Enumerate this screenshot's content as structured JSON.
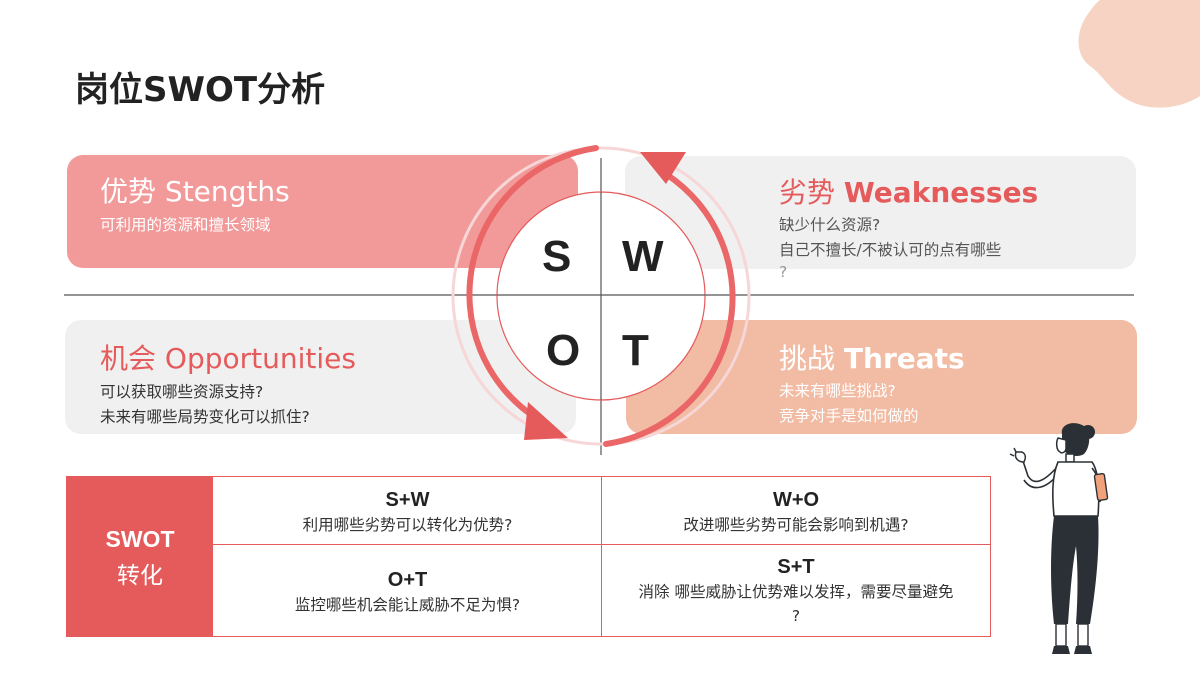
{
  "page": {
    "title": "岗位SWOT分析"
  },
  "colors": {
    "accent": "#e55a5b",
    "strength_bg": "#f29a9a",
    "neutral_bg": "#f0f0f0",
    "threat_bg": "#f2bba3",
    "blob": "#f6d3c3"
  },
  "quadrants": {
    "strengths": {
      "title_cn": "优势",
      "title_en": "Stengths",
      "lines": [
        "可利用的资源和擅长领域"
      ]
    },
    "weaknesses": {
      "title_cn": "劣势",
      "title_en": "Weaknesses",
      "lines": [
        "缺少什么资源?",
        "自己不擅长/不被认可的点有哪些",
        "?"
      ]
    },
    "opportunities": {
      "title_cn": "机会",
      "title_en": "Opportunities",
      "lines": [
        "可以获取哪些资源支持?",
        "未来有哪些局势变化可以抓住?"
      ]
    },
    "threats": {
      "title_cn": "挑战",
      "title_en": "Threats",
      "lines": [
        "未来有哪些挑战?",
        "竞争对手是如何做的"
      ]
    }
  },
  "circle_letters": [
    "S",
    "W",
    "O",
    "T"
  ],
  "conversion": {
    "header_line1": "SWOT",
    "header_line2": "转化",
    "cells": {
      "sw": {
        "title": "S+W",
        "lines": [
          "利用哪些劣势可以转化为优势?"
        ]
      },
      "wo": {
        "title": "W+O",
        "lines": [
          "改进哪些劣势可能会影响到机遇?"
        ]
      },
      "ot": {
        "title": "O+T",
        "lines": [
          "监控哪些机会能让威胁不足为惧?"
        ]
      },
      "st": {
        "title": "S+T",
        "lines": [
          "消除 哪些威胁让优势难以发挥，需要尽量避免",
          "?"
        ]
      }
    }
  }
}
